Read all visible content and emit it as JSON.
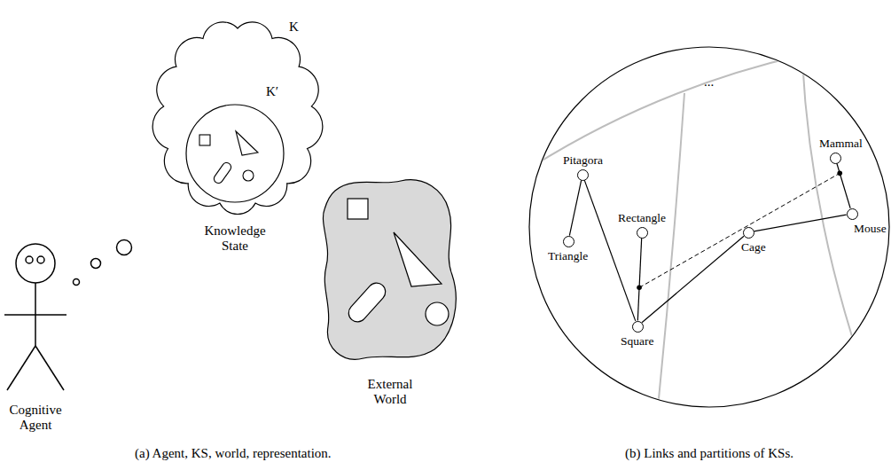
{
  "diagram": {
    "nodes": [
      {
        "text": [
          "Pitagora"
        ]
      },
      {
        "text": [
          "Triangle"
        ]
      },
      {
        "text": [
          "Rectangle"
        ]
      },
      {
        "text": [
          "Square"
        ]
      },
      {
        "text": [
          "Cage"
        ]
      },
      {
        "text": [
          "Mammal"
        ]
      },
      {
        "text": [
          "Mouse"
        ]
      }
    ],
    "edges": [
      {
        "from": 0,
        "to": 1,
        "arrow": "none"
      },
      {
        "from": 0,
        "to": 3,
        "arrow": "none"
      },
      {
        "from": 2,
        "to": 3,
        "arrow": "none"
      },
      {
        "from": 3,
        "to": 4,
        "arrow": "none"
      },
      {
        "from": 4,
        "to": 6,
        "arrow": "none"
      },
      {
        "from": 5,
        "to": 6,
        "arrow": "none"
      }
    ],
    "labels": [
      "K",
      "K′",
      "Knowledge State",
      "Cognitive Agent",
      "External World",
      "...",
      "(a) Agent, KS, world, representation.",
      "(b) Links and partitions of KSs."
    ]
  }
}
